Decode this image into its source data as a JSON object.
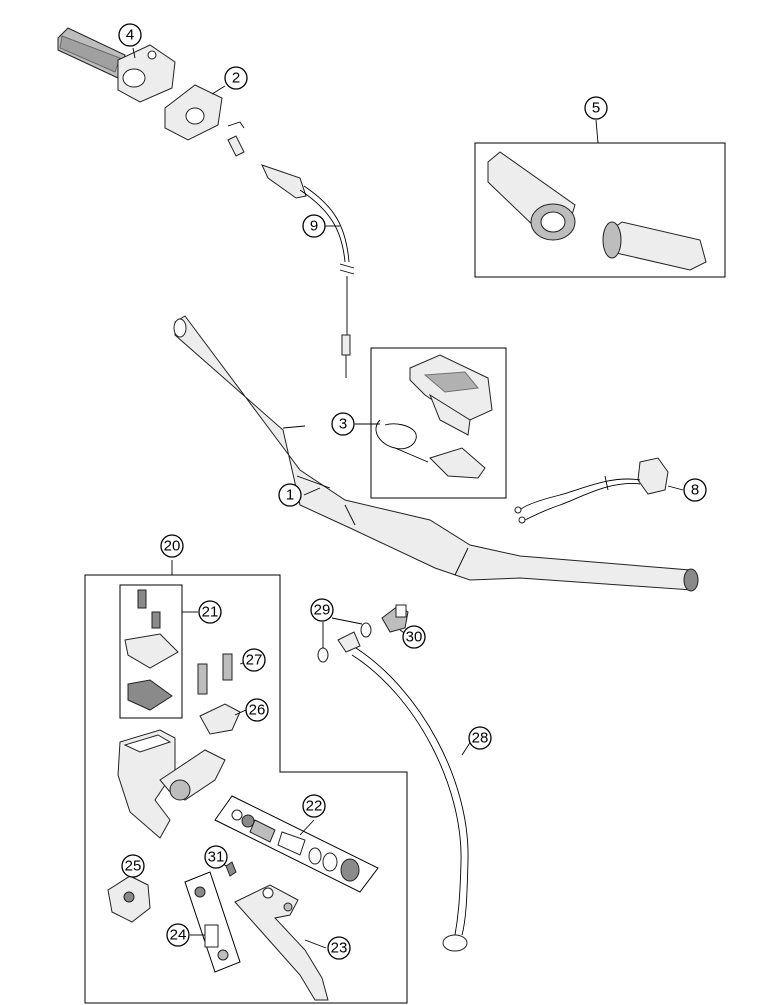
{
  "callouts": {
    "c1": "1",
    "c2": "2",
    "c3": "3",
    "c4": "4",
    "c5": "5",
    "c8": "8",
    "c9": "9",
    "c20": "20",
    "c21": "21",
    "c22": "22",
    "c23": "23",
    "c24": "24",
    "c25": "25",
    "c26": "26",
    "c27": "27",
    "c28": "28",
    "c29": "29",
    "c30": "30",
    "c31": "31"
  },
  "colors": {
    "background": "#ffffff",
    "line": "#000000",
    "part_fill": "#ededed",
    "part_shadow": "#8a8a8a"
  }
}
